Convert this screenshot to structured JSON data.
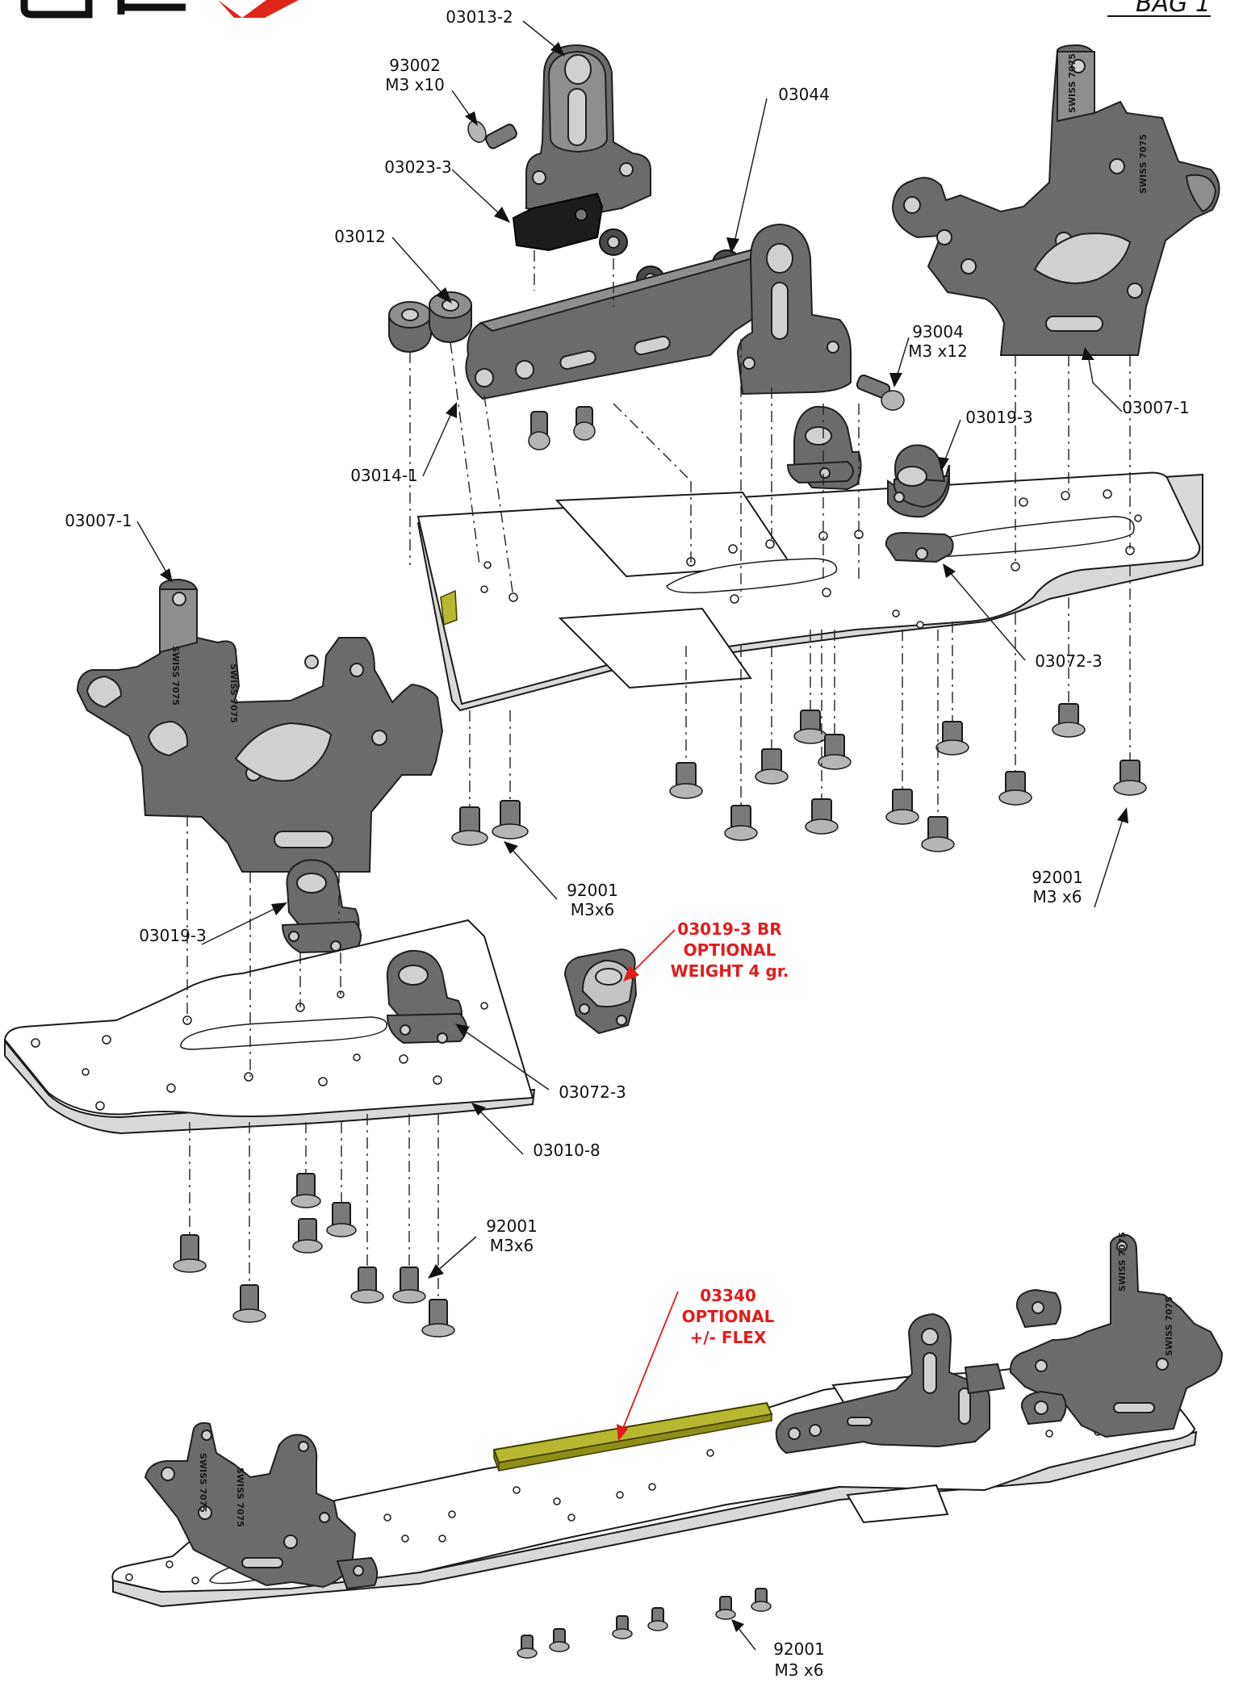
{
  "page": {
    "code": "BAG 1"
  },
  "colors": {
    "accent_red": "#e31b1b",
    "logo_red": "#e0251b",
    "flex_bar": "#b8b830",
    "part_gray": "#6b6b6b"
  },
  "parts": {
    "p03013_2": "03013-2",
    "p93002": {
      "code": "93002",
      "size": "M3 x10"
    },
    "p03023_3": "03023-3",
    "p03044": "03044",
    "p03012": "03012",
    "p93004": {
      "code": "93004",
      "size": "M3 x12"
    },
    "p03007_1_top": "03007-1",
    "p03019_3_top": "03019-3",
    "p03014_1": "03014-1",
    "p03072_3_top": "03072-3",
    "p03007_1_left": "03007-1",
    "p92001_right": {
      "code": "92001",
      "size": "M3 x6"
    },
    "p92001_mid": {
      "code": "92001",
      "size": "M3x6"
    },
    "p03019_3_left": "03019-3",
    "p03072_3_left": "03072-3",
    "p03010_8": "03010-8",
    "p92001_left": {
      "code": "92001",
      "size": "M3x6"
    },
    "p92001_bottom": {
      "code": "92001",
      "size": "M3 x6"
    }
  },
  "callouts": {
    "optional_br": {
      "line1": "03019-3 BR",
      "line2": "OPTIONAL",
      "line3": "WEIGHT 4 gr."
    },
    "optional_flex": {
      "line1": "03340",
      "line2": "OPTIONAL",
      "line3": "+/- FLEX"
    }
  },
  "engraving": "SWISS 7075"
}
